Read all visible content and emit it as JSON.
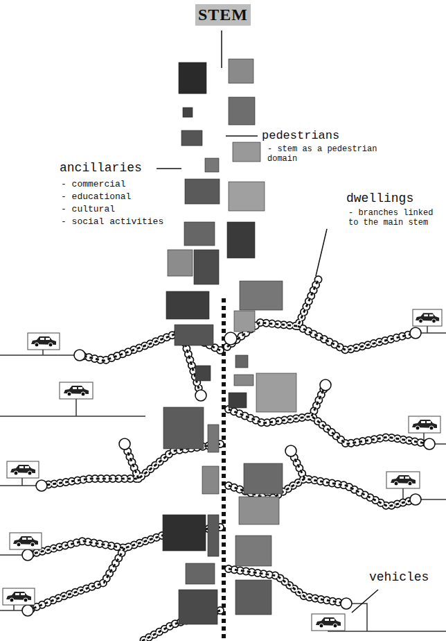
{
  "diagram": {
    "title": "STEM",
    "labels": [
      "pedestrians",
      "- stem as a pedestrian domain",
      "ancillaries",
      "- commercial",
      "- educational",
      "- cultural",
      "- social activities",
      "dwellings",
      "- branches linked to the main stem",
      "vehicles"
    ]
  }
}
